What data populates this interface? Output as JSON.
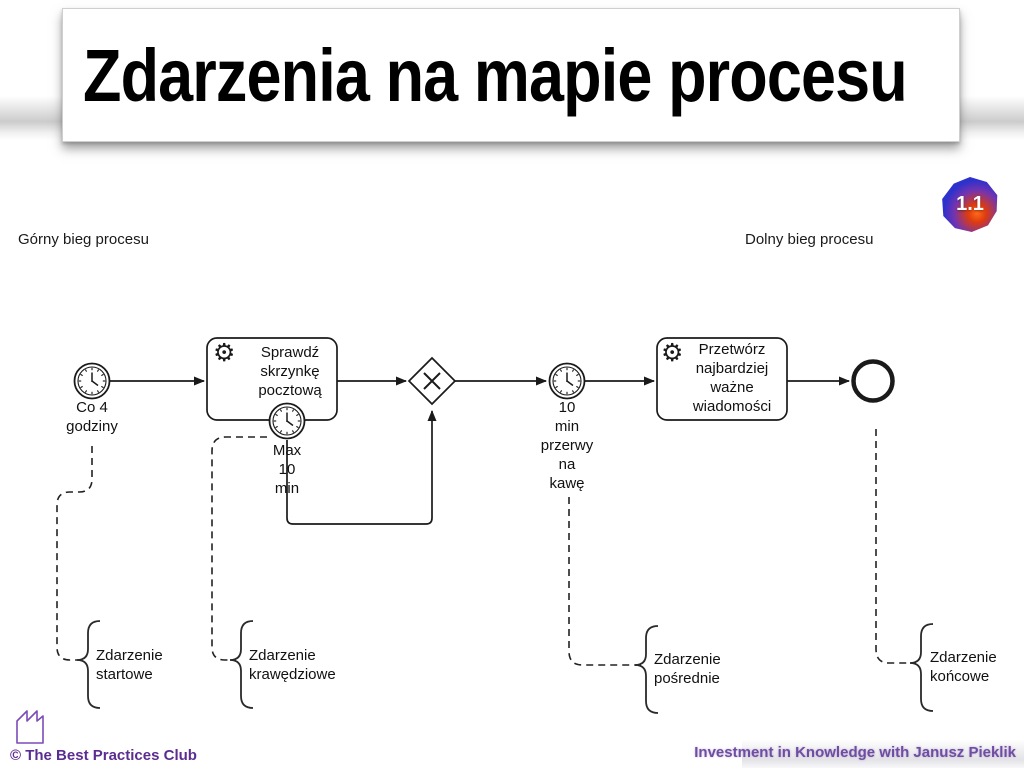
{
  "title_banner": {
    "title": "Zdarzenia na mapie procesu"
  },
  "badge": {
    "label": "1.1"
  },
  "lanes": {
    "top": "Górny bieg procesu",
    "bottom": "Dolny bieg procesu"
  },
  "process": {
    "start_event": {
      "label": "Co 4\ngodziny"
    },
    "task_check_mail": {
      "label": "Sprawdź\nskrzynkę\npocztową",
      "icon": "⚙"
    },
    "boundary_event": {
      "label": "Max\n10\nmin"
    },
    "intermediate_event": {
      "label": "10\nmin\nprzerwy\nna\nkawę"
    },
    "task_process_mail": {
      "label": "Przetwórz\nnajbardziej\nważne\nwiadomości",
      "icon": "⚙"
    },
    "annotations": {
      "start": "Zdarzenie\nstartowe",
      "boundary": "Zdarzenie\nkrawędziowe",
      "intermediate": "Zdarzenie\npośrednie",
      "end": "Zdarzenie\nkońcowe"
    }
  },
  "footer": {
    "left": "© The Best Practices Club",
    "right": "Investment in Knowledge with Janusz Pieklik"
  },
  "colors": {
    "stroke": "#1a1a1a",
    "accent_purple": "#5c2d91",
    "badge_blue": "#2d31cd",
    "badge_orange": "#e8420e"
  }
}
